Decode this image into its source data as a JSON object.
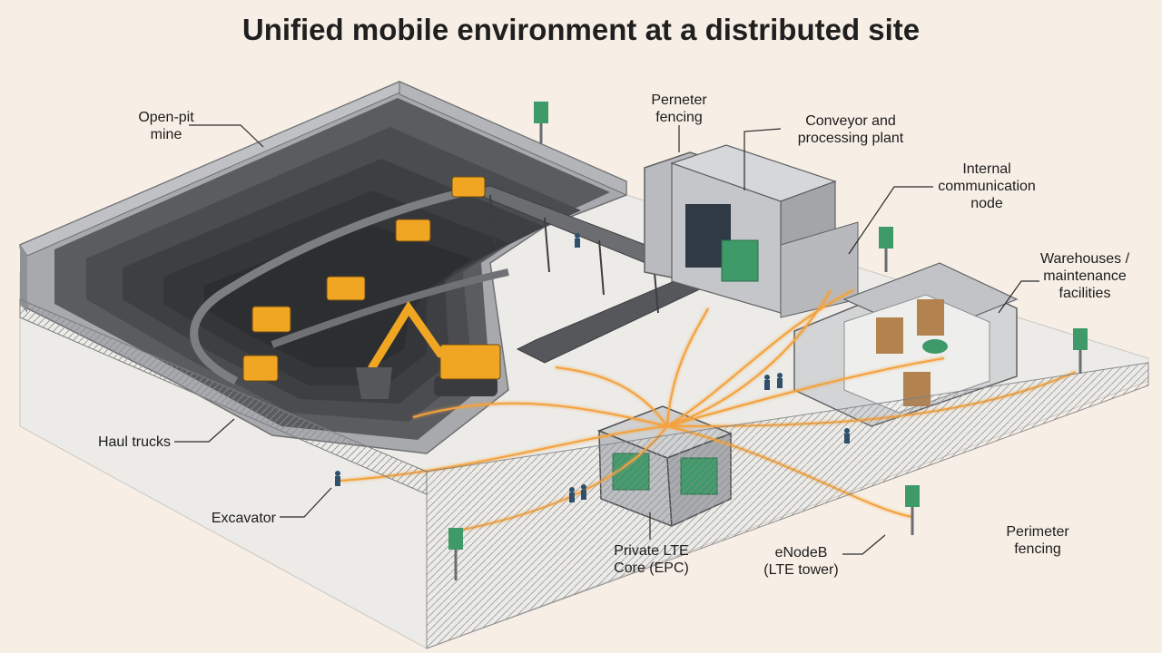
{
  "title": "Unified mobile environment at a distributed site",
  "labels": {
    "open_pit_mine": "Open-pit\nmine",
    "perimeter_fencing_top": "Perneter\nfencing",
    "conveyor_plant": "Conveyor and\nprocessing plant",
    "internal_node": "Internal\ncommunication\nnode",
    "warehouses": "Warehouses /\nmaintenance\nfacilities",
    "haul_trucks": "Haul trucks",
    "excavator": "Excavator",
    "lte_core": "Private LTE\nCore (EPC)",
    "enodeb": "eNodeB\n(LTE tower)",
    "perimeter_fencing_bottom": "Perimeter\nfencing"
  },
  "colors": {
    "background": "#f7efe6",
    "ground": "#ecebe7",
    "pit_dark": "#3e3f42",
    "wall_gray": "#9a9ca0",
    "truck_yellow": "#f0a623",
    "server_green": "#3f9a6a",
    "link_orange": "#f4a23c"
  }
}
